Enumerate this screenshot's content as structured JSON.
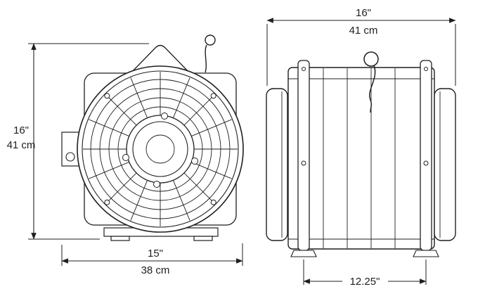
{
  "colors": {
    "line": "#1f1f1f",
    "background": "#ffffff"
  },
  "dimensions": {
    "front_height": {
      "inches": "16\"",
      "metric": "41 cm"
    },
    "front_width": {
      "inches": "15\"",
      "metric": "38 cm"
    },
    "side_width": {
      "inches": "16\"",
      "metric": "41 cm"
    },
    "side_depth": {
      "inches": "12.25\""
    }
  }
}
